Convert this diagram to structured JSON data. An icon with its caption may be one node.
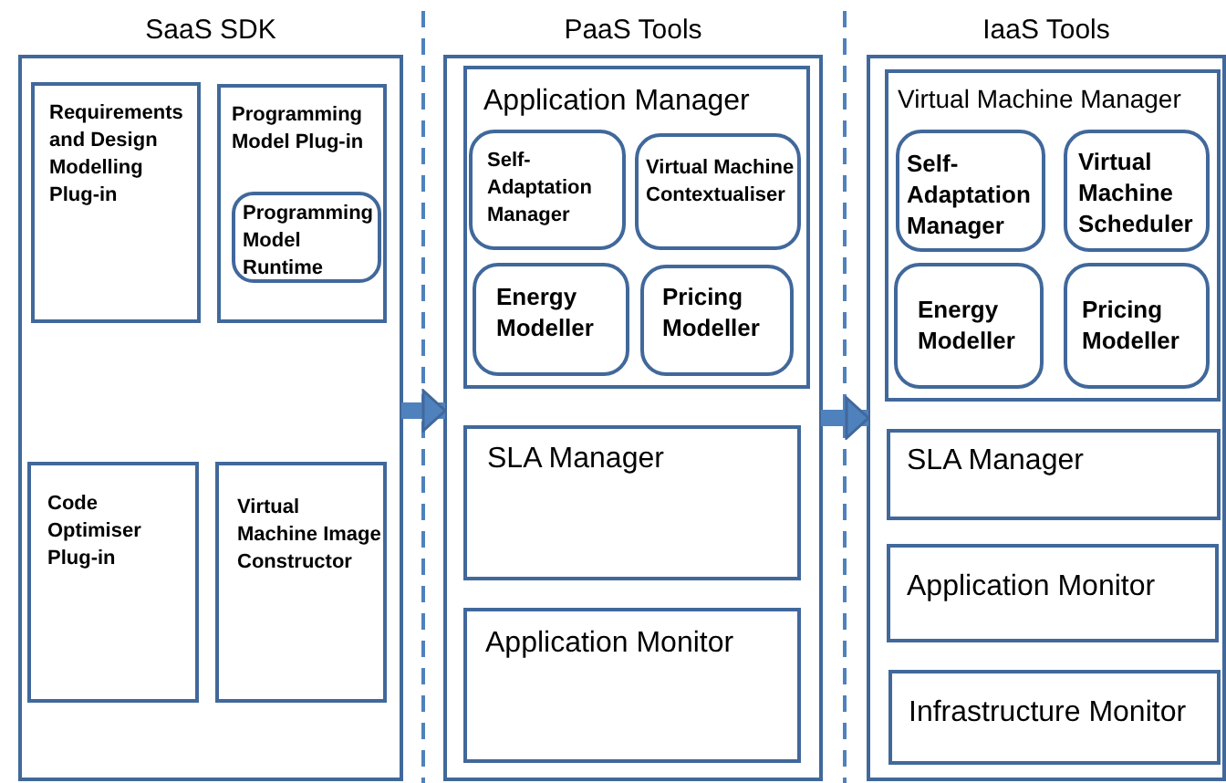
{
  "diagram": {
    "nodes": [
      {
        "text": [
          "SaaS SDK"
        ]
      },
      {
        "text": [
          "Requirements and Design Modelling Plug-in"
        ],
        "in": 0
      },
      {
        "text": [
          "Programming Model Plug-in"
        ],
        "in": 0
      },
      {
        "text": [
          "Programming Model Runtime"
        ],
        "in": 2
      },
      {
        "text": [
          "Code Optimiser Plug-in"
        ],
        "in": 0
      },
      {
        "text": [
          "Virtual Machine Image Constructor"
        ],
        "in": 0
      },
      {
        "text": [
          "PaaS Tools"
        ]
      },
      {
        "text": [
          "Application Manager"
        ],
        "in": 6
      },
      {
        "text": [
          "Self-Adaptation Manager"
        ],
        "in": 7
      },
      {
        "text": [
          "Virtual Machine Contextualiser"
        ],
        "in": 7
      },
      {
        "text": [
          "Energy Modeller"
        ],
        "in": 7
      },
      {
        "text": [
          "Pricing Modeller"
        ],
        "in": 7
      },
      {
        "text": [
          "SLA Manager"
        ],
        "in": 6
      },
      {
        "text": [
          "Application Monitor"
        ],
        "in": 6
      },
      {
        "text": [
          "IaaS Tools"
        ]
      },
      {
        "text": [
          "Virtual Machine Manager"
        ],
        "in": 14
      },
      {
        "text": [
          "Self-Adaptation Manager"
        ],
        "in": 15
      },
      {
        "text": [
          "Virtual Machine Scheduler"
        ],
        "in": 15
      },
      {
        "text": [
          "Energy Modeller"
        ],
        "in": 15
      },
      {
        "text": [
          "Pricing Modeller"
        ],
        "in": 15
      },
      {
        "text": [
          "SLA Manager"
        ],
        "in": 14
      },
      {
        "text": [
          "Application Monitor"
        ],
        "in": 14
      },
      {
        "text": [
          "Infrastructure Monitor"
        ],
        "in": 14
      }
    ],
    "edges": [
      {
        "from": 0,
        "to": 6,
        "arrow": "to"
      },
      {
        "from": 6,
        "to": 14,
        "arrow": "to"
      }
    ]
  }
}
